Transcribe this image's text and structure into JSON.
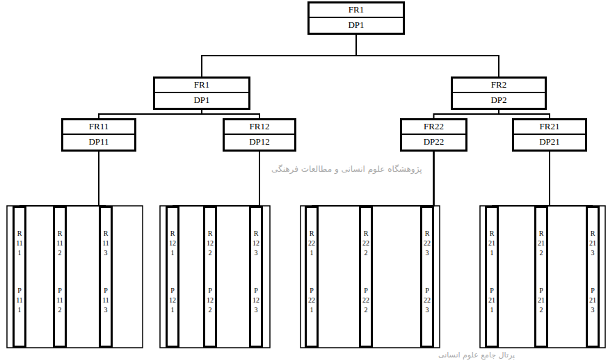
{
  "diagram": {
    "nodes": [
      {
        "text": [
          "FR1",
          "DP1"
        ]
      },
      {
        "text": [
          "FR1",
          "DP1"
        ]
      },
      {
        "text": [
          "FR2",
          "DP2"
        ]
      },
      {
        "text": [
          "FR11",
          "DP11"
        ]
      },
      {
        "text": [
          "FR12",
          "DP12"
        ]
      },
      {
        "text": [
          "FR22",
          "DP22"
        ]
      },
      {
        "text": [
          "FR21",
          "DP21"
        ]
      },
      {
        "text": [
          "R111",
          "P111"
        ]
      },
      {
        "text": [
          "R112",
          "P112"
        ]
      },
      {
        "text": [
          "R113",
          "P113"
        ]
      },
      {
        "text": [
          "R121",
          "P121"
        ]
      },
      {
        "text": [
          "R122",
          "P122"
        ]
      },
      {
        "text": [
          "R123",
          "P123"
        ]
      },
      {
        "text": [
          "R221",
          "P221"
        ]
      },
      {
        "text": [
          "R222",
          "P222"
        ]
      },
      {
        "text": [
          "R223",
          "P223"
        ]
      },
      {
        "text": [
          "R211",
          "P211"
        ]
      },
      {
        "text": [
          "R212",
          "P212"
        ]
      },
      {
        "text": [
          "R213",
          "P213"
        ]
      }
    ],
    "edges": [
      {
        "from": 0,
        "to": 1,
        "arrow": "none"
      },
      {
        "from": 0,
        "to": 2,
        "arrow": "none"
      },
      {
        "from": 1,
        "to": 3,
        "arrow": "none"
      },
      {
        "from": 1,
        "to": 4,
        "arrow": "none"
      },
      {
        "from": 2,
        "to": 5,
        "arrow": "none"
      },
      {
        "from": 2,
        "to": 6,
        "arrow": "none"
      },
      {
        "from": 3,
        "to": 7,
        "arrow": "none"
      },
      {
        "from": 3,
        "to": 8,
        "arrow": "none"
      },
      {
        "from": 3,
        "to": 9,
        "arrow": "none"
      },
      {
        "from": 4,
        "to": 10,
        "arrow": "none"
      },
      {
        "from": 4,
        "to": 11,
        "arrow": "none"
      },
      {
        "from": 4,
        "to": 12,
        "arrow": "none"
      },
      {
        "from": 5,
        "to": 13,
        "arrow": "none"
      },
      {
        "from": 5,
        "to": 14,
        "arrow": "none"
      },
      {
        "from": 5,
        "to": 15,
        "arrow": "none"
      },
      {
        "from": 6,
        "to": 16,
        "arrow": "none"
      },
      {
        "from": 6,
        "to": 17,
        "arrow": "none"
      },
      {
        "from": 6,
        "to": 18,
        "arrow": "none"
      }
    ],
    "labels": [
      "پژوهشگاه علوم انسانی و مطالعات فرهنگی",
      "پرتال جامع علوم انسانی"
    ]
  }
}
